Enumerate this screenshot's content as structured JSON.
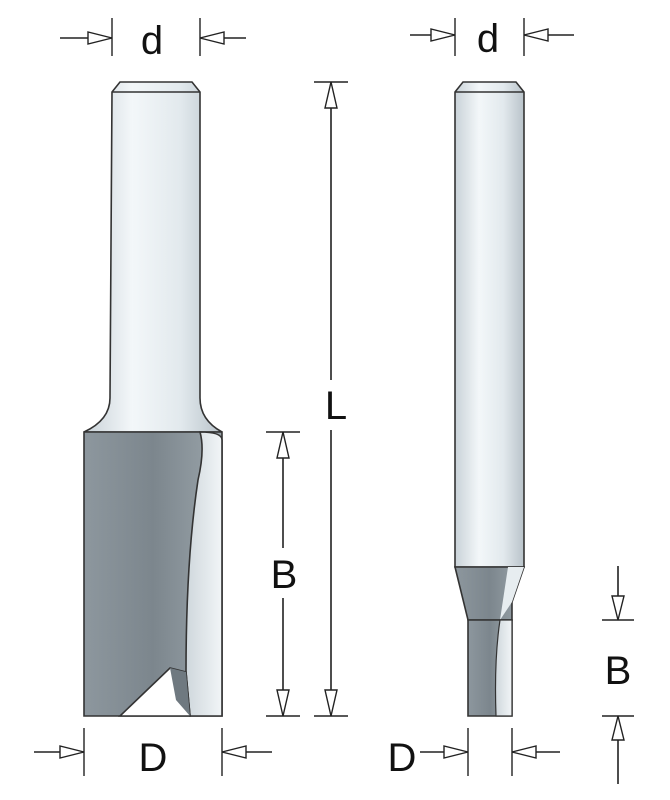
{
  "labels": {
    "left_shank_diameter": "d",
    "right_shank_diameter": "d",
    "overall_length": "L",
    "left_cutting_length": "B",
    "right_cutting_length": "B",
    "left_cutting_diameter": "D",
    "right_cutting_diameter": "D"
  },
  "colors": {
    "shank_light": "#eef3f6",
    "shank_mid": "#c7d0d6",
    "cutter_dark": "#808a91",
    "cutter_mid": "#a8b2b8",
    "outline": "#333333",
    "dimension": "#222222"
  }
}
